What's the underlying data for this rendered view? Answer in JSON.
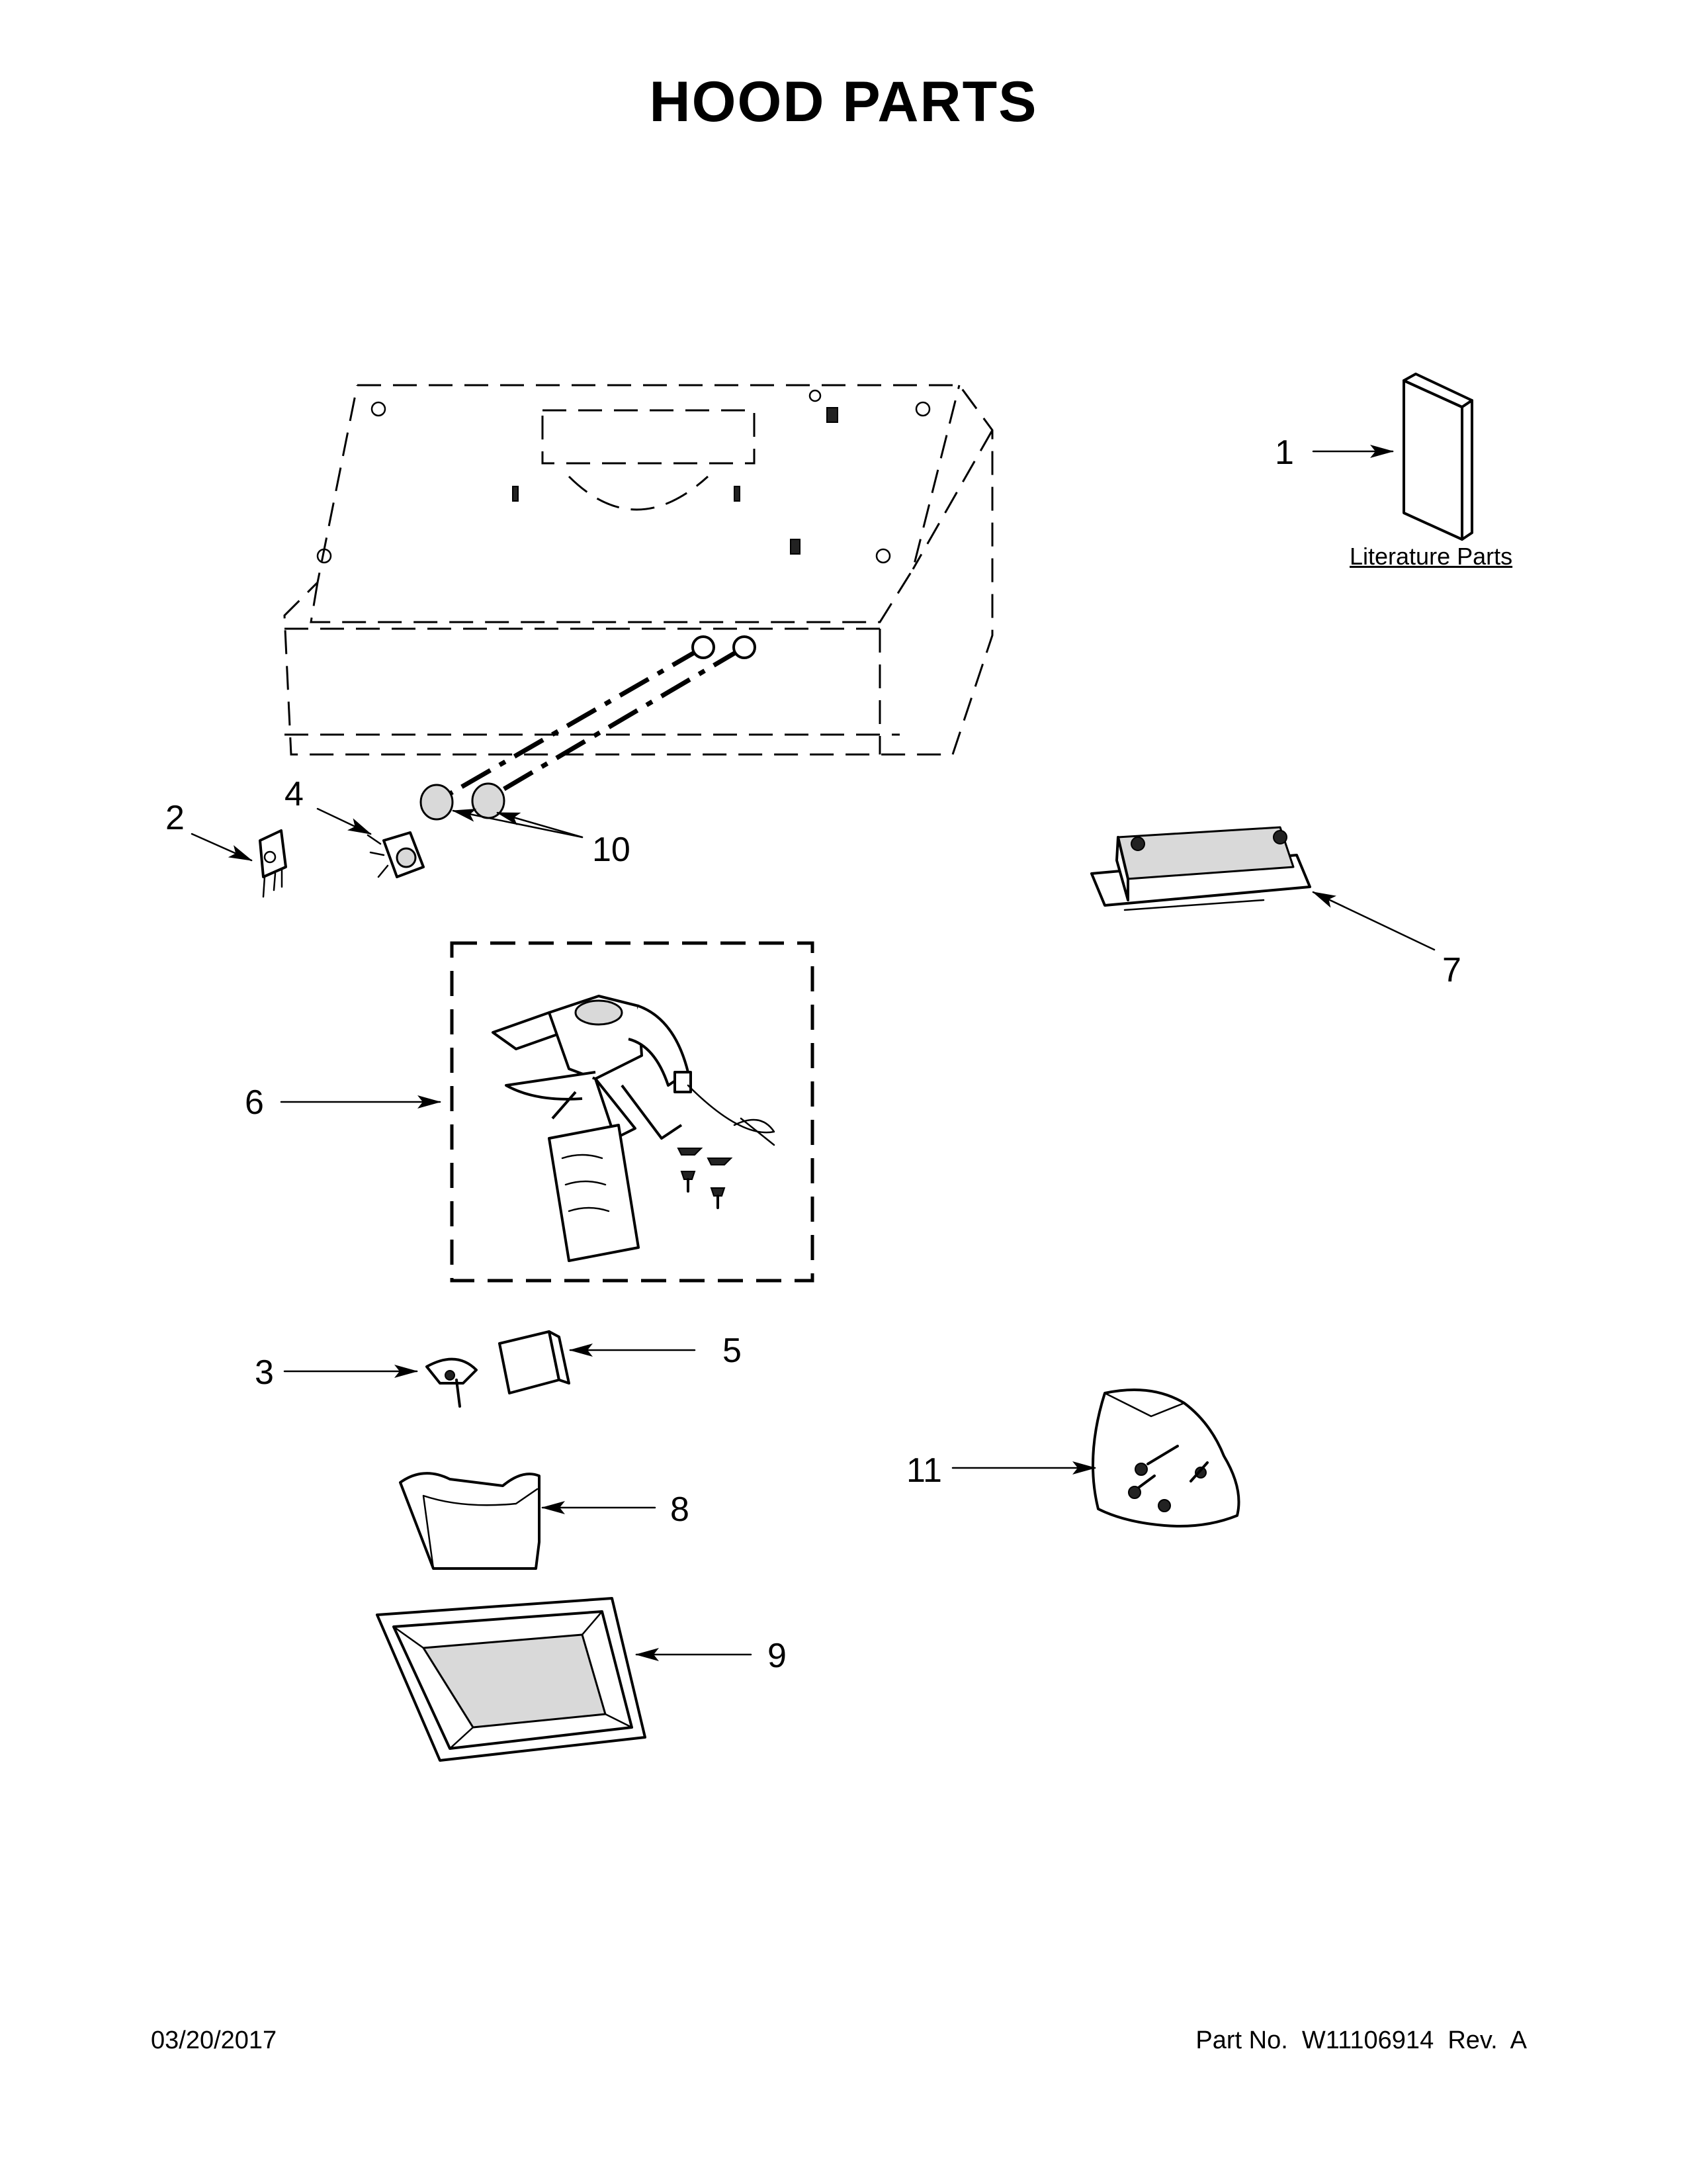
{
  "page": {
    "title": "HOOD PARTS",
    "literature_label": "Literature Parts",
    "date": "03/20/2017",
    "part_number_text": "Part No.  W11106914  Rev.  A"
  },
  "callouts": [
    "1",
    "2",
    "3",
    "4",
    "5",
    "6",
    "7",
    "8",
    "9",
    "10",
    "11"
  ]
}
